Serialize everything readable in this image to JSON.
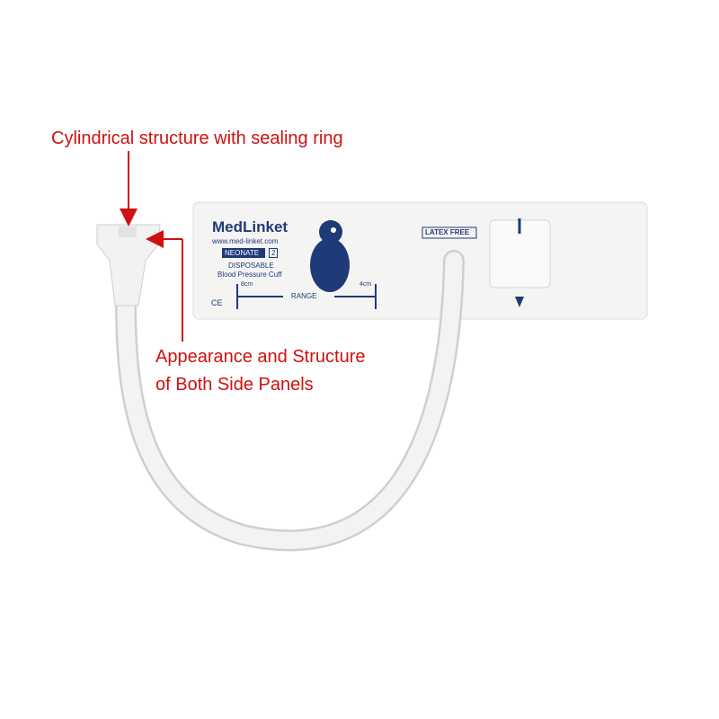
{
  "annotations": {
    "top_label": "Cylindrical structure with sealing ring",
    "side_label_line1": "Appearance and Structure",
    "side_label_line2": "of Both Side Panels"
  },
  "cuff": {
    "brand": "MedLinket",
    "website": "www.med-linket.com",
    "size_label": "NEONATE",
    "size_number": "2",
    "type_line1": "DISPOSABLE",
    "type_line2": "Blood Pressure Cuff",
    "range_label": "RANGE",
    "range_min": "8cm",
    "range_max": "4cm",
    "latex": "LATEX FREE",
    "ce_mark": "CE"
  },
  "colors": {
    "annotation": "#d01010",
    "print": "#1f3a78"
  }
}
